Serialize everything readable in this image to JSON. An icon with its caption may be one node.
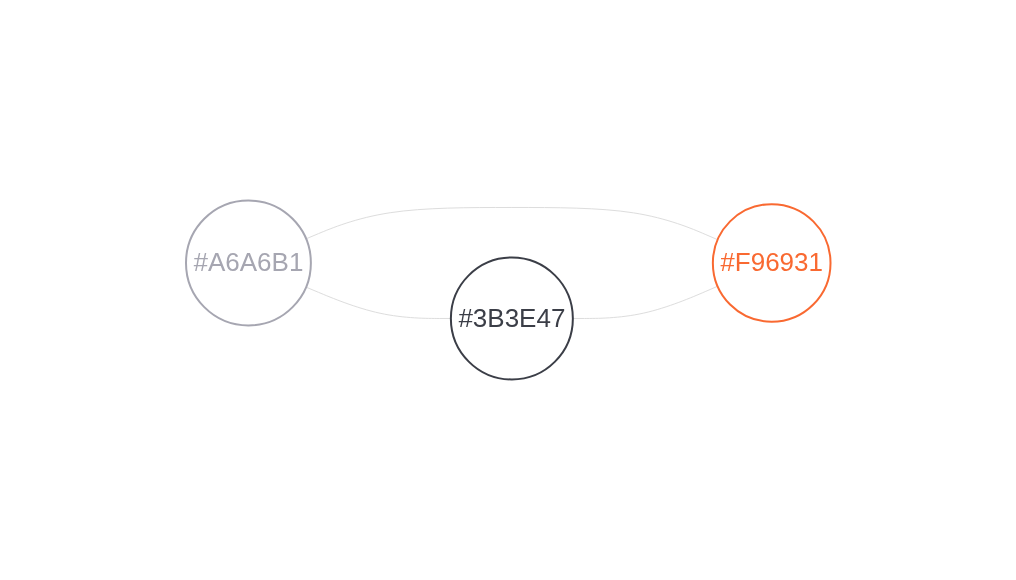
{
  "diagram": {
    "nodes": [
      {
        "text": [
          "#A6A6B1"
        ]
      },
      {
        "text": [
          "#F96931"
        ]
      },
      {
        "text": [
          "#3B3E47"
        ]
      }
    ],
    "edges": [
      {
        "from": 0,
        "to": 1,
        "arrow": "none"
      },
      {
        "from": 0,
        "to": 2,
        "arrow": "none"
      },
      {
        "from": 2,
        "to": 1,
        "arrow": "none"
      }
    ]
  }
}
